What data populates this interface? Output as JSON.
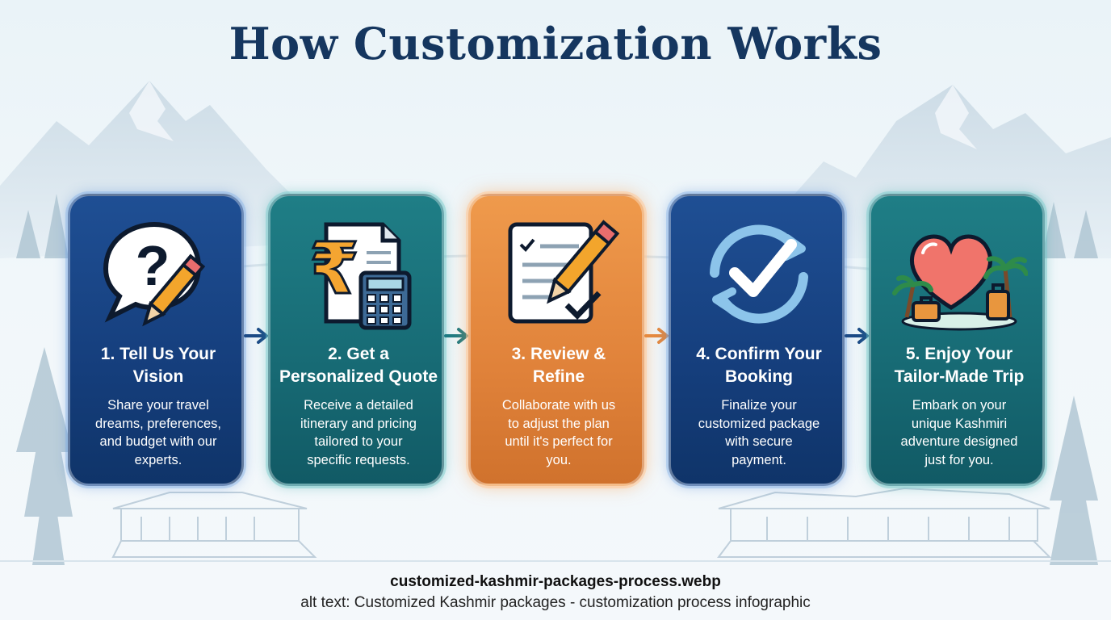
{
  "title": "How Customization Works",
  "steps": [
    {
      "title_line1": "1. Tell Us Your",
      "title_line2": "Vision",
      "desc": [
        "Share your travel",
        "dreams, preferences,",
        "and budget with our",
        "experts."
      ],
      "icon": "question-speech-bubble-pencil-icon"
    },
    {
      "title_line1": "2. Get a",
      "title_line2": "Personalized Quote",
      "desc": [
        "Receive a detailed",
        "itinerary and pricing",
        "tailored to your",
        "specific requests."
      ],
      "icon": "rupee-document-calculator-icon"
    },
    {
      "title_line1": "3. Review &",
      "title_line2": "Refine",
      "desc": [
        "Collaborate with us",
        "to adjust the plan",
        "until it's perfect for",
        "you."
      ],
      "icon": "checklist-pencil-icon"
    },
    {
      "title_line1": "4. Confirm Your",
      "title_line2": "Booking",
      "desc": [
        "Finalize your",
        "customized package",
        "with secure",
        "payment."
      ],
      "icon": "circular-arrows-checkmark-icon"
    },
    {
      "title_line1": "5. Enjoy Your",
      "title_line2": "Tailor-Made Trip",
      "desc": [
        "Embark on your",
        "unique Kashmiri",
        "adventure designed",
        "just for you."
      ],
      "icon": "heart-luggage-palm-island-icon"
    }
  ],
  "caption": {
    "filename": "customized-kashmir-packages-process.webp",
    "alt_text": "alt text: Customized Kashmir packages - customization process infographic"
  },
  "colors": {
    "title": "#15365f",
    "blue_card": "#1a4788",
    "teal_card": "#18707a",
    "orange_card": "#e5893f",
    "arrow_blue": "#1c4a86",
    "arrow_teal": "#1d7a82",
    "arrow_orange": "#e5893f"
  }
}
